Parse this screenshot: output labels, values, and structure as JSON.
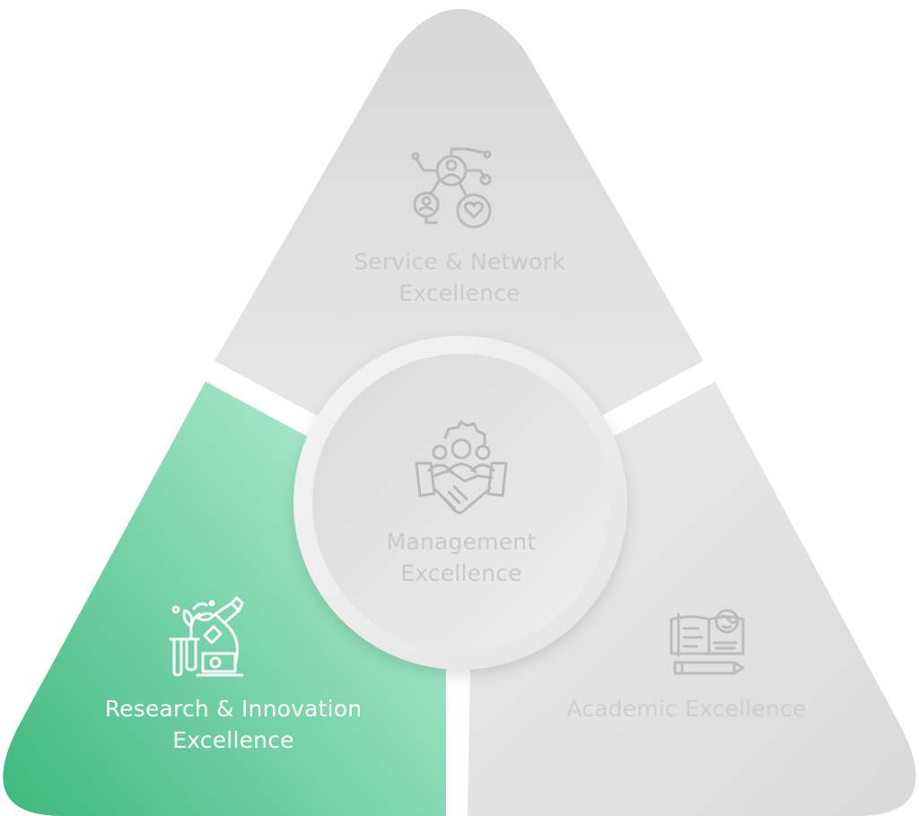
{
  "diagram": {
    "segments": {
      "top": {
        "line1": "Service & Network",
        "line2": "Excellence",
        "icon": "service-network-icon"
      },
      "center": {
        "line1": "Management",
        "line2": "Excellence",
        "icon": "management-handshake-icon"
      },
      "left": {
        "line1": "Research & Innovation",
        "line2": "Excellence",
        "icon": "research-lab-icon",
        "active": true
      },
      "right": {
        "line1": "Academic Excellence",
        "icon": "academic-book-icon"
      }
    },
    "colors": {
      "active_green_dark": "#3db87c",
      "active_green_light": "#aee9d2",
      "inactive_gray": "#e2e2e2",
      "icon_gray": "#b9b9b9"
    }
  }
}
